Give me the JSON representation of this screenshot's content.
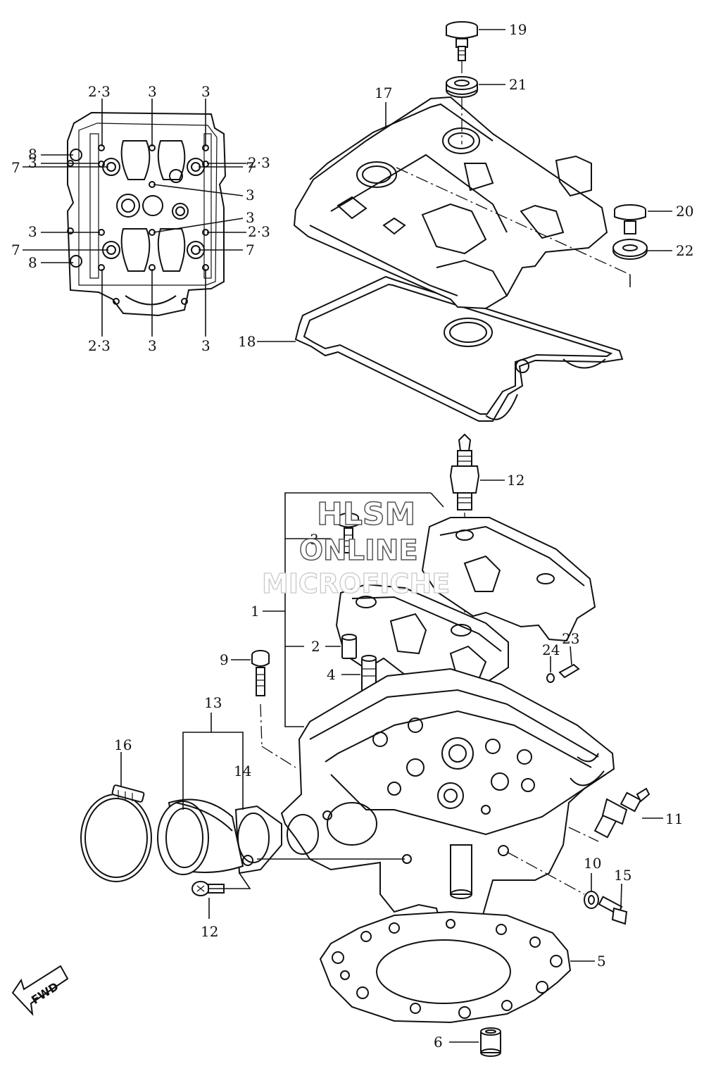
{
  "watermark": {
    "line1": "HLSM",
    "line2": "ONLINE",
    "line3": "MICROFICHE"
  },
  "fwd_arrow": {
    "label": "FWD"
  },
  "callouts": {
    "torque_left": [
      {
        "id": "l-23-top-a",
        "text": "2·3"
      },
      {
        "id": "l-3-top-b",
        "text": "3"
      },
      {
        "id": "l-3-top-c",
        "text": "3"
      },
      {
        "id": "l-8-a",
        "text": "8"
      },
      {
        "id": "l-7-a",
        "text": "7"
      },
      {
        "id": "l-7-b",
        "text": "7"
      },
      {
        "id": "l-3-left-a",
        "text": "3"
      },
      {
        "id": "l-23-right-a",
        "text": "2·3"
      },
      {
        "id": "l-3-mid-a",
        "text": "3"
      },
      {
        "id": "l-3-mid-b",
        "text": "3"
      },
      {
        "id": "l-3-left-b",
        "text": "3"
      },
      {
        "id": "l-23-right-b",
        "text": "2·3"
      },
      {
        "id": "l-7-c",
        "text": "7"
      },
      {
        "id": "l-7-d",
        "text": "7"
      },
      {
        "id": "l-8-b",
        "text": "8"
      },
      {
        "id": "l-23-bot-a",
        "text": "2·3"
      },
      {
        "id": "l-3-bot-b",
        "text": "3"
      },
      {
        "id": "l-3-bot-c",
        "text": "3"
      }
    ],
    "parts": [
      {
        "id": "p19",
        "text": "19"
      },
      {
        "id": "p21",
        "text": "21"
      },
      {
        "id": "p17",
        "text": "17"
      },
      {
        "id": "p20",
        "text": "20"
      },
      {
        "id": "p22",
        "text": "22"
      },
      {
        "id": "p18",
        "text": "18"
      },
      {
        "id": "p12a",
        "text": "12"
      },
      {
        "id": "p3",
        "text": "3"
      },
      {
        "id": "p1",
        "text": "1"
      },
      {
        "id": "p2",
        "text": "2"
      },
      {
        "id": "p4",
        "text": "4"
      },
      {
        "id": "p9",
        "text": "9"
      },
      {
        "id": "p24",
        "text": "24"
      },
      {
        "id": "p23",
        "text": "23"
      },
      {
        "id": "p13",
        "text": "13"
      },
      {
        "id": "p14",
        "text": "14"
      },
      {
        "id": "p16",
        "text": "16"
      },
      {
        "id": "p12b",
        "text": "12"
      },
      {
        "id": "p11",
        "text": "11"
      },
      {
        "id": "p10",
        "text": "10"
      },
      {
        "id": "p15",
        "text": "15"
      },
      {
        "id": "p5",
        "text": "5"
      },
      {
        "id": "p6",
        "text": "6"
      }
    ]
  }
}
